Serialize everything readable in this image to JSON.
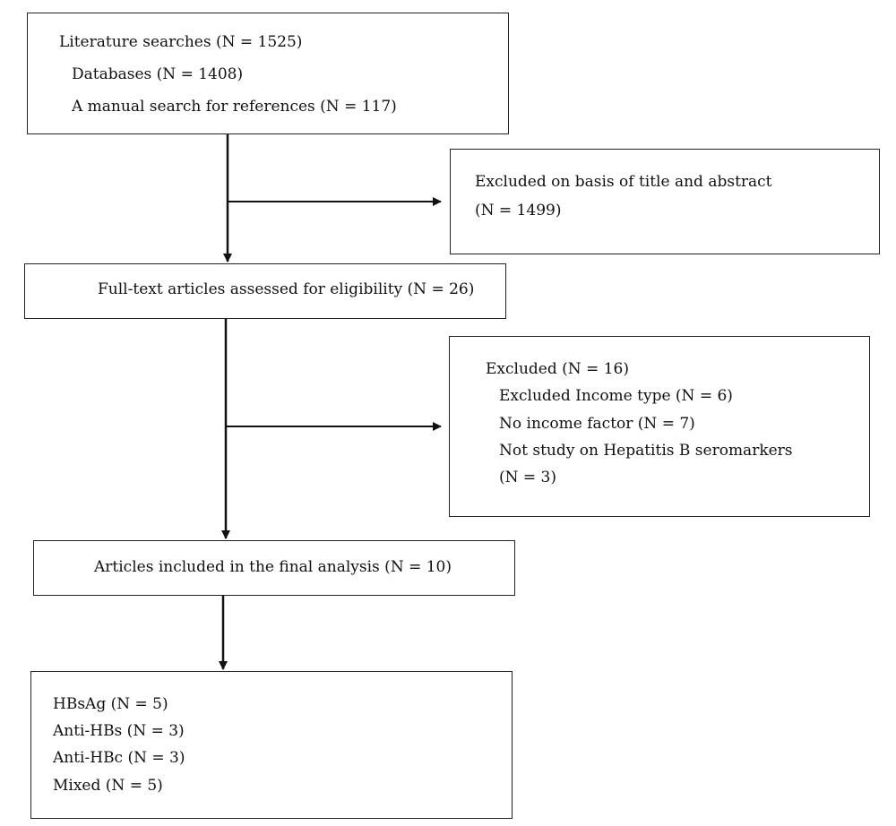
{
  "flowchart": {
    "search": {
      "title": "Literature searches (N = 1525)",
      "databases": "Databases (N = 1408)",
      "manual": "A manual search for references (N = 117)"
    },
    "excluded_title_abstract": {
      "line1": "Excluded on basis of title and abstract",
      "line2": "(N =  1499)"
    },
    "fulltext": {
      "label": "Full-text articles assessed for eligibility (N = 26)"
    },
    "excluded_fulltext": {
      "title": "Excluded (N = 16)",
      "income_type": "Excluded Income type (N = 6)",
      "no_income": "No income factor (N = 7)",
      "not_study_line1": "Not study on Hepatitis B seromarkers",
      "not_study_line2": "(N = 3)"
    },
    "included": {
      "label": "Articles included in the final  analysis (N = 10)"
    },
    "markers": {
      "hbsag": "HBsAg (N = 5)",
      "anti_hbs": "Anti-HBs (N = 3)",
      "anti_hbc": "Anti-HBc (N = 3)",
      "mixed": "Mixed (N = 5)"
    }
  }
}
